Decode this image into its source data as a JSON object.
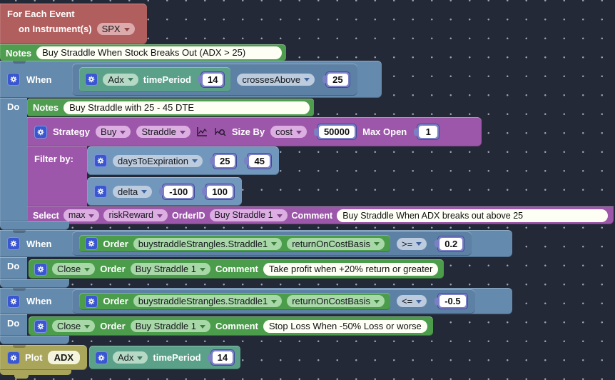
{
  "canvas": {
    "background": "#232937",
    "dot_color": "#99a1b3"
  },
  "icons": {
    "settings": "gear-icon",
    "dropdown": "caret-down-icon",
    "preview": "line-chart-icon",
    "inspect": "chart-magnifier-icon"
  },
  "colors": {
    "event_red": "#b15e5e",
    "notes_green": "#4f9e4f",
    "when_blue": "#648aae",
    "compare_blue": "#5d81a5",
    "filter_blue": "#7197bc",
    "indicator_teal": "#5ba189",
    "strategy_purple": "#9d57aa",
    "plot_olive": "#a9a65b",
    "socket_periwinkle": "#7b80c4",
    "gear_blue": "#3a57d0"
  },
  "for_each": {
    "title": "For Each Event",
    "on_label": "on Instrument(s)",
    "instrument": "SPX"
  },
  "notes_top": {
    "label": "Notes",
    "text": "Buy Straddle When Stock Breaks Out (ADX > 25)"
  },
  "when1": {
    "when_label": "When",
    "do_label": "Do",
    "indicator": {
      "name": "Adx",
      "param_label": "timePeriod",
      "param_value": "14"
    },
    "operator": "crossesAbove",
    "compare_value": "25",
    "notes": {
      "label": "Notes",
      "text": "Buy Straddle with 25 - 45 DTE"
    },
    "strategy": {
      "label": "Strategy",
      "side": "Buy",
      "kind": "Straddle",
      "size_by_label": "Size By",
      "size_by": "cost",
      "size_value": "50000",
      "max_open_label": "Max Open",
      "max_open_value": "1",
      "filter_label": "Filter by:",
      "filters": [
        {
          "field": "daysToExpiration",
          "min": "25",
          "max": "45"
        },
        {
          "field": "delta",
          "min": "-100",
          "max": "100"
        }
      ],
      "select_label": "Select",
      "select_agg": "max",
      "select_metric": "riskReward",
      "orderid_label": "OrderID",
      "orderid": "Buy Straddle 1",
      "comment_label": "Comment",
      "comment": "Buy Straddle When ADX breaks out above 25"
    }
  },
  "when2": {
    "when_label": "When",
    "do_label": "Do",
    "order_label": "Order",
    "order_ref": "buystraddleStrangles.Straddle1",
    "metric": "returnOnCostBasis",
    "operator": ">=",
    "compare_value": "0.2",
    "close": {
      "action": "Close",
      "order_label": "Order",
      "order": "Buy Straddle 1",
      "comment_label": "Comment",
      "comment": "Take profit when +20% return or greater"
    }
  },
  "when3": {
    "when_label": "When",
    "do_label": "Do",
    "order_label": "Order",
    "order_ref": "buystraddleStrangles.Straddle1",
    "metric": "returnOnCostBasis",
    "operator": "<=",
    "compare_value": "-0.5",
    "close": {
      "action": "Close",
      "order_label": "Order",
      "order": "Buy Straddle 1",
      "comment_label": "Comment",
      "comment": "Stop Loss When -50% Loss or worse"
    }
  },
  "plot": {
    "label": "Plot",
    "plot_name": "ADX",
    "indicator": {
      "name": "Adx",
      "param_label": "timePeriod",
      "param_value": "14"
    }
  }
}
